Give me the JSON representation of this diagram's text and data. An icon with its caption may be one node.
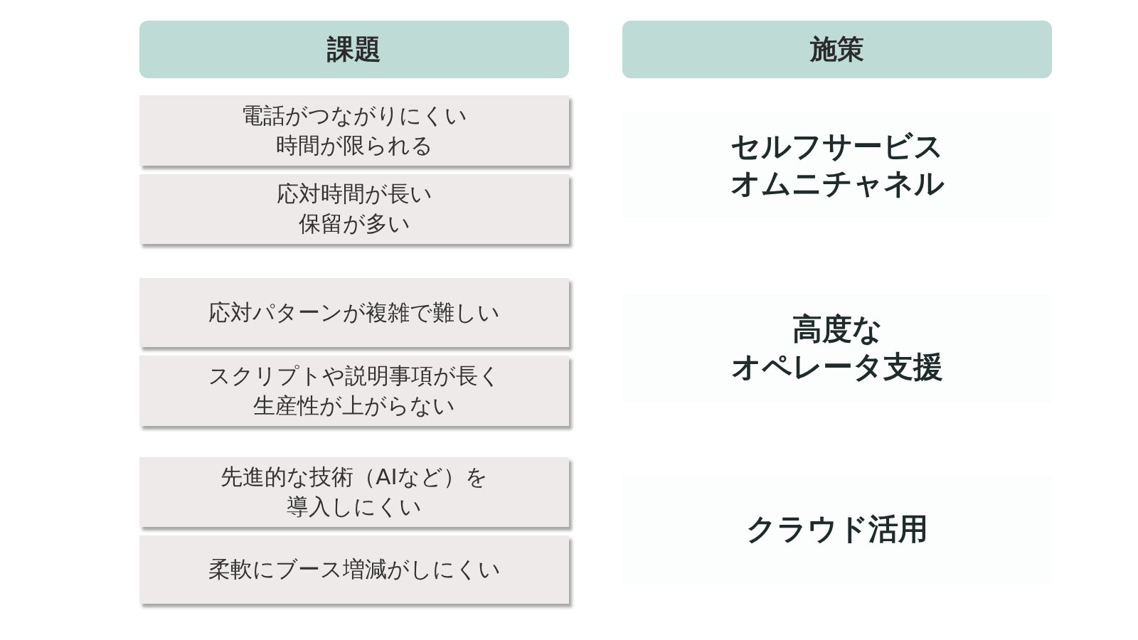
{
  "diagram": {
    "nodes": [
      {
        "text": [
          "課題"
        ]
      },
      {
        "text": [
          "施策"
        ]
      },
      {
        "text": [
          "電話がつながりにくい時間が限られる"
        ]
      },
      {
        "text": [
          "応対時間が長い保留が多い"
        ]
      },
      {
        "text": [
          "応対パターンが複雑で難しい"
        ]
      },
      {
        "text": [
          "スクリプトや説明事項が長く生産性が上がらない"
        ]
      },
      {
        "text": [
          "先進的な技術（AIなど）を導入しにくい"
        ]
      },
      {
        "text": [
          "柔軟にブース増減がしにくい"
        ]
      },
      {
        "text": [
          "セルフサービスオムニチャネル"
        ]
      },
      {
        "text": [
          "高度なオペレータ支援"
        ]
      },
      {
        "text": [
          "クラウド活用"
        ]
      }
    ]
  }
}
